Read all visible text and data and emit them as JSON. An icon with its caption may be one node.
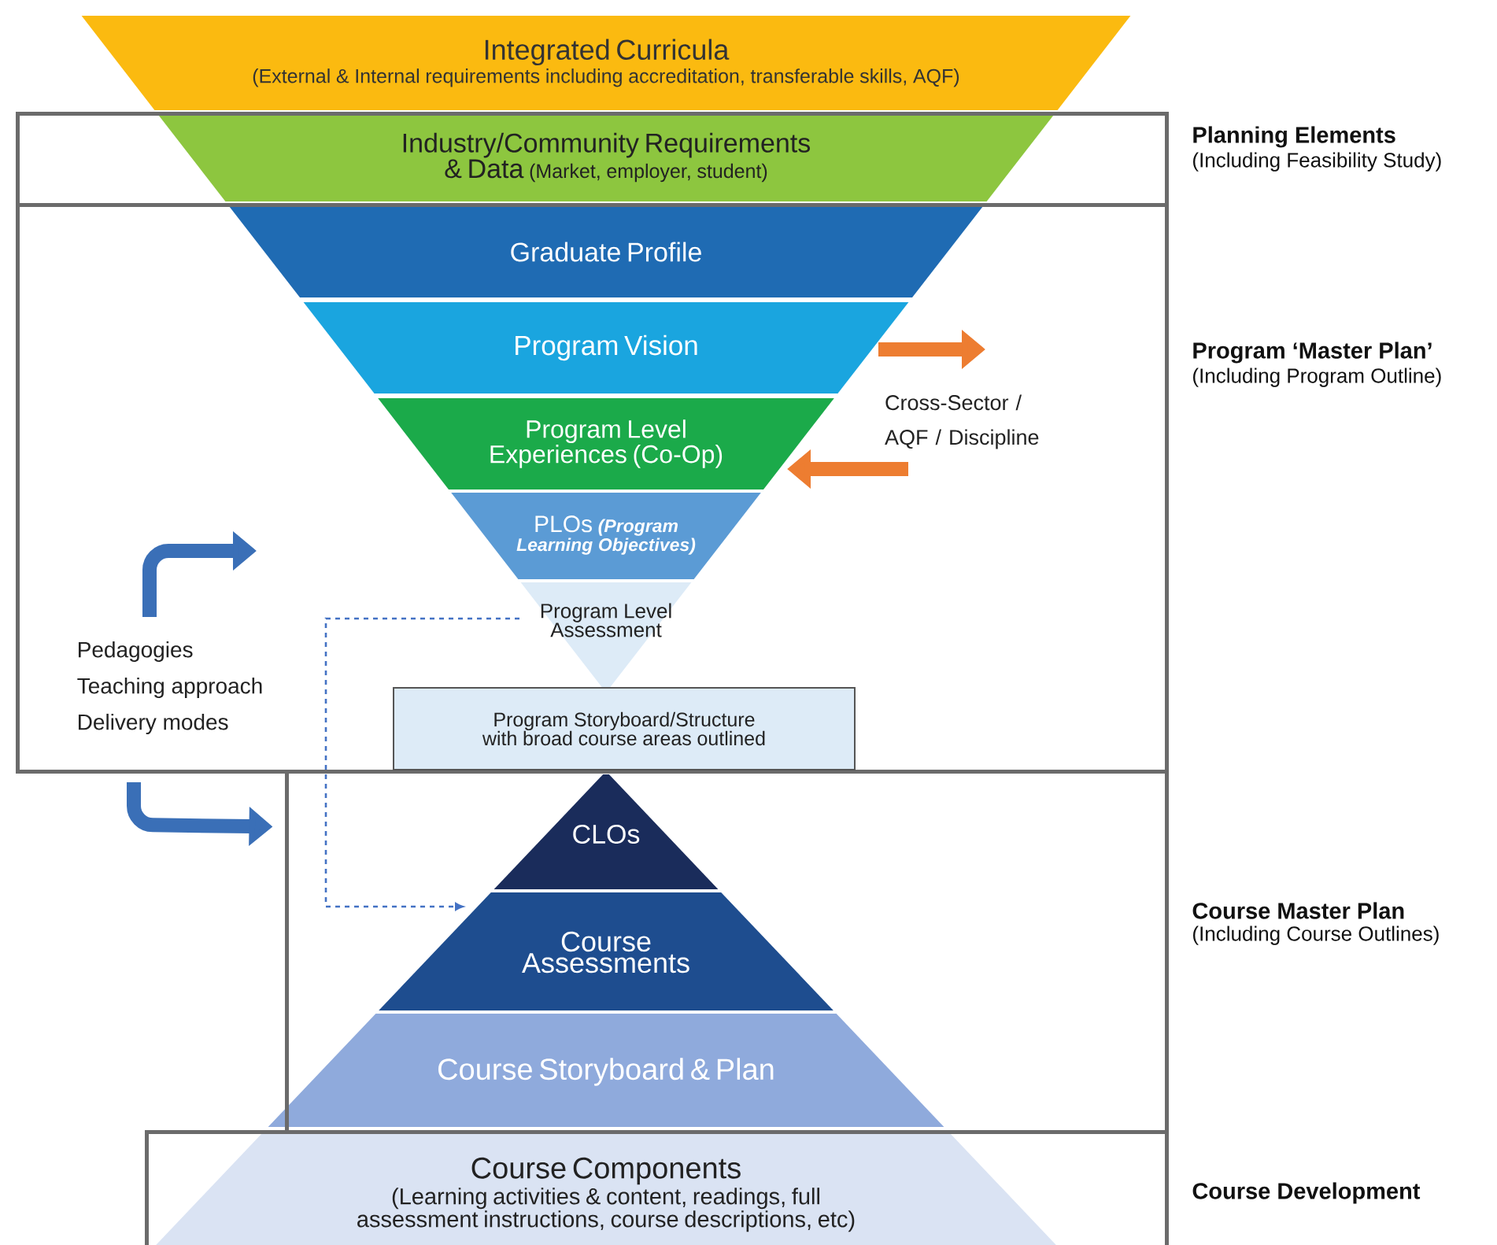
{
  "diagram": {
    "nodes": [
      {
        "text": [
          "Integrated Curricula",
          "(External & Internal requirements including accreditation, transferable skills, AQF)"
        ]
      },
      {
        "text": [
          "Planning Elements",
          "(Including Feasibility Study)"
        ]
      },
      {
        "text": [
          "Industry/Community Requirements & Data",
          "(Market, employer, student)"
        ],
        "in": 1
      },
      {
        "text": [
          "Program ‘Master Plan’",
          "(Including Program Outline)"
        ]
      },
      {
        "text": [
          "Graduate Profile"
        ],
        "in": 3
      },
      {
        "text": [
          "Program Vision"
        ],
        "in": 3
      },
      {
        "text": [
          "Program Level Experiences (Co-Op)"
        ],
        "in": 3
      },
      {
        "text": [
          "PLOs",
          "(Program Learning Objectives)"
        ],
        "in": 3
      },
      {
        "text": [
          "Program Level Assessment"
        ],
        "in": 3
      },
      {
        "text": [
          "Cross-Sector / AQF / Discipline"
        ],
        "in": 3
      },
      {
        "text": [
          "Pedagogies",
          "Teaching approach",
          "Delivery modes"
        ],
        "in": 3
      },
      {
        "text": [
          "Program Storyboard/Structure with broad course areas outlined"
        ],
        "in": 3
      },
      {
        "text": [
          "Course Master Plan",
          "(Including Course Outlines)"
        ]
      },
      {
        "text": [
          "CLOs"
        ],
        "in": 12
      },
      {
        "text": [
          "Course Assessments"
        ],
        "in": 12
      },
      {
        "text": [
          "Course Storyboard & Plan"
        ],
        "in": 12
      },
      {
        "text": [
          "Course Development"
        ]
      },
      {
        "text": [
          "Course Components",
          "(Learning activities & content, readings, full assessment instructions, course descriptions, etc)"
        ],
        "in": 16
      }
    ],
    "edges": [
      {
        "from": 5,
        "to": 9,
        "arrow": "to",
        "color": "#ed7d31"
      },
      {
        "from": 9,
        "to": 6,
        "arrow": "to",
        "color": "#ed7d31"
      },
      {
        "from": 10,
        "to": null,
        "arrow": "to",
        "color": "#3a6fb7"
      },
      {
        "from": 10,
        "to": 12,
        "arrow": "to",
        "color": "#3a6fb7"
      },
      {
        "from": 8,
        "to": 14,
        "arrow": "to",
        "style": "dashed",
        "color": "#4472c4"
      }
    ]
  }
}
